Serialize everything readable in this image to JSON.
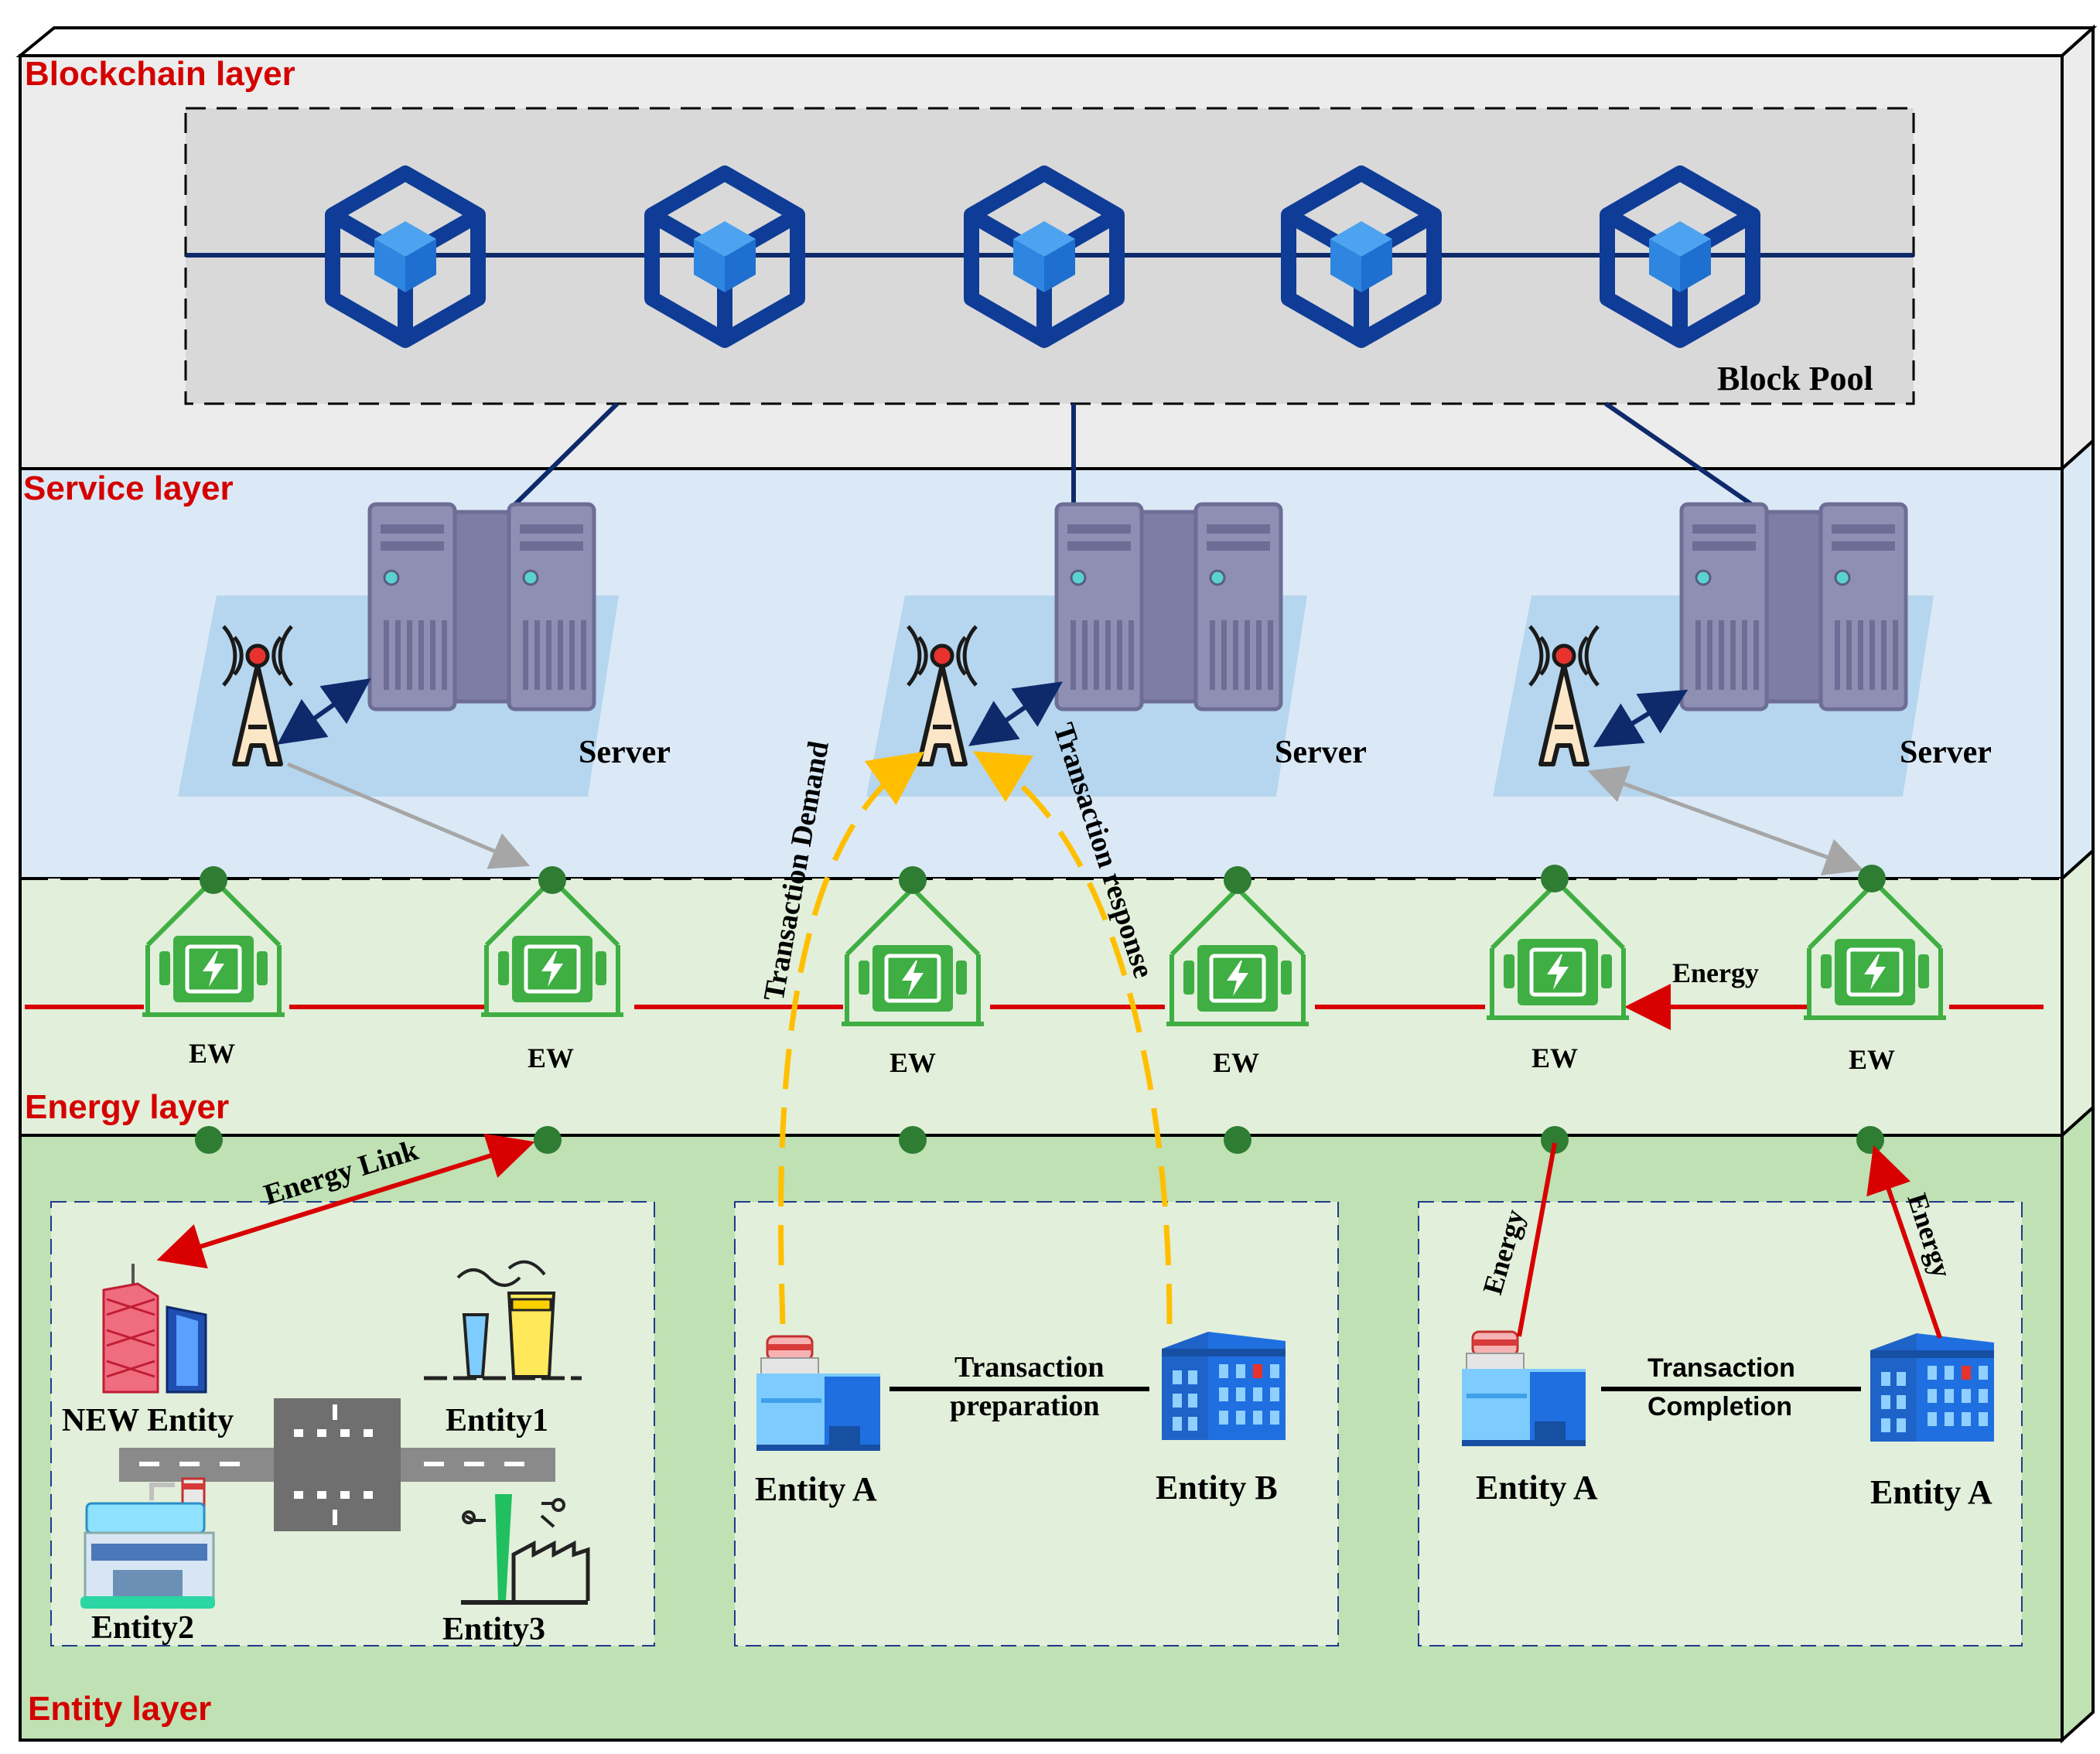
{
  "layers": {
    "blockchain": "Blockchain layer",
    "service": "Service layer",
    "energy": "Energy layer",
    "entity": "Entity layer"
  },
  "block_pool": {
    "label": "Block Pool",
    "block_count": 5
  },
  "servers": [
    "Server",
    "Server",
    "Server"
  ],
  "energy_nodes": [
    "EW",
    "EW",
    "EW",
    "EW",
    "EW",
    "EW"
  ],
  "flows": {
    "transaction_demand": "Transaction Demand",
    "transaction_response": "Transaction response",
    "energy_top": "Energy",
    "energy_link": "Energy Link",
    "energy_left": "Energy",
    "energy_right": "Energy"
  },
  "entity_groups": {
    "left": {
      "new_entity": "NEW Entity",
      "entity1": "Entity1",
      "entity2": "Entity2",
      "entity3": "Entity3"
    },
    "middle": {
      "entity_a": "Entity A",
      "entity_b": "Entity B",
      "link_line1": "Transaction",
      "link_line2": "preparation"
    },
    "right": {
      "entity_a_left": "Entity A",
      "entity_a_right": "Entity A",
      "link_line1": "Transaction",
      "link_line2": "Completion"
    }
  },
  "colors": {
    "blockchain_bg": "#ececec",
    "service_bg": "#dbe9f6",
    "energy_bg": "#e2efda",
    "entity_bg": "#bfe1b3",
    "layer_title": "#d40000",
    "chain_line": "#0e2a6b",
    "energy_line": "#d80000",
    "request_dash": "#ffbf00",
    "node_green": "#2e7d32",
    "ew_green": "#3fae43"
  }
}
